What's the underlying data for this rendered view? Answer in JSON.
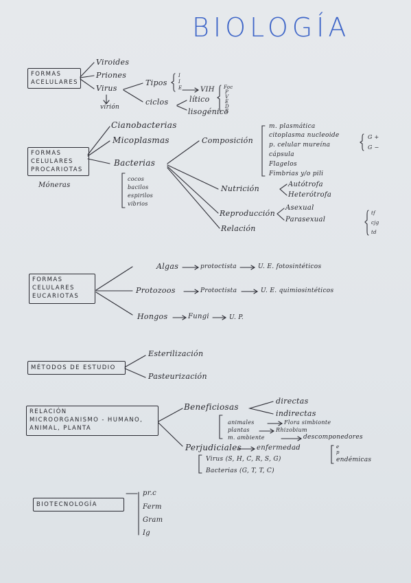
{
  "title": "BIOLOGÍA",
  "acelulares": {
    "box": [
      "FORMAS",
      "ACELULARES"
    ],
    "viroides": "Viroides",
    "priones": "Priones",
    "virus": "Virus",
    "virion": "virión",
    "tipos": "Tipos",
    "tipos_sub": [
      "I",
      "I",
      "E"
    ],
    "vih": "VIH",
    "vih_sub": [
      "Foc",
      "P",
      "V",
      "E",
      "D",
      "T"
    ],
    "ciclos": "ciclos",
    "litico": "lítico",
    "lisogenico": "lisogénico"
  },
  "procariotas": {
    "box": [
      "FORMAS",
      "CELULARES",
      "PROCARIOTAS"
    ],
    "moneras": "Móneras",
    "cianobacterias": "Cianobacterias",
    "micoplasmas": "Micoplasmas",
    "bacterias": "Bacterias",
    "formas": [
      "cocos",
      "bacilos",
      "espirilos",
      "vibrios"
    ],
    "composicion": "Composición",
    "composicion_items": [
      "m. plasmática",
      "citoplasma  nucleoide",
      "p. celular  mureína",
      "cápsula",
      "Flagelos",
      "Fimbrias y/o pili"
    ],
    "gram": [
      "G +",
      "G −"
    ],
    "nutricion": "Nutrición",
    "nutricion_items": [
      "Autótrofa",
      "Heterótrofa"
    ],
    "reproduccion": "Reproducción",
    "reproduccion_items": [
      "Asexual",
      "Parasexual"
    ],
    "parasexual_items": [
      "tf",
      "cjg",
      "td"
    ],
    "relacion": "Relación"
  },
  "eucariotas": {
    "box": [
      "FORMAS",
      "CELULARES",
      "EUCARIOTAS"
    ],
    "rows": [
      {
        "a": "Algas",
        "b": "protoctista",
        "c": "U. E. fotosintéticos"
      },
      {
        "a": "Protozoos",
        "b": "Protoctista",
        "c": "U. E. quimiosintéticos"
      },
      {
        "a": "Hongos",
        "b": "Fungi",
        "c": "U. P."
      }
    ]
  },
  "metodos": {
    "box": "MÉTODOS DE ESTUDIO",
    "items": [
      "Esterilización",
      "Pasteurización"
    ]
  },
  "relacion": {
    "box": [
      "RELACIÓN",
      "MICROORGANISMO - HUMANO,",
      "ANIMAL, PLANTA"
    ],
    "beneficiosas": "Beneficiosas",
    "benef_items": [
      "directas",
      "indirectas"
    ],
    "benef_sub": [
      {
        "a": "animales",
        "b": "Flora simbionte"
      },
      {
        "a": "plantas",
        "b": "Rhizobium"
      },
      {
        "a": "m. ambiente",
        "b": "descomponedores"
      }
    ],
    "perjudiciales": "Perjudiciales",
    "enfermedad": "enfermedad",
    "enf_tipos": [
      "e",
      "p",
      "endémicas"
    ],
    "perj_sub": [
      "Virus (S, H, C, R, S, G)",
      "Bacterias (G, T, T, C)"
    ]
  },
  "biotecnologia": {
    "box": "BIOTECNOLOGÍA",
    "items": [
      "pr.c",
      "Ferm",
      "Gram",
      "Ig"
    ]
  }
}
